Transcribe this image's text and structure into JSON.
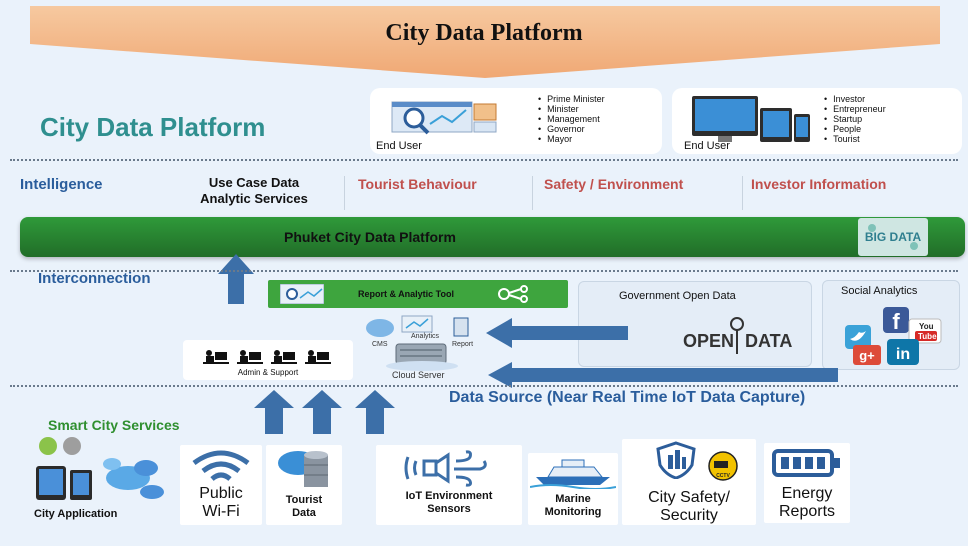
{
  "header": {
    "banner_title": "City Data Platform",
    "platform_title": "City Data Platform"
  },
  "end_user_left": {
    "label": "End User",
    "roles": [
      "Prime Minister",
      "Minister",
      "Management",
      "Governor",
      "Mayor"
    ]
  },
  "end_user_right": {
    "label": "End User",
    "roles": [
      "Investor",
      "Entrepreneur",
      "Startup",
      "People",
      "Tourist"
    ]
  },
  "intelligence": {
    "label": "Intelligence",
    "use_case_line1": "Use Case Data",
    "use_case_line2": "Analytic Services",
    "services": [
      "Tourist Behaviour",
      "Safety / Environment",
      "Investor Information"
    ]
  },
  "platform_bar": {
    "label": "Phuket City Data Platform",
    "badge_text": "BIG DATA"
  },
  "interconnection": {
    "label": "Interconnection",
    "report_tool": "Report & Analytic Tool",
    "cms_label": "CMS",
    "analytics_label": "Analytics",
    "report_label": "Report",
    "cloud_server": "Cloud Server",
    "admin_support": "Admin & Support",
    "gov_open_data": "Government Open Data",
    "open_data_left": "OPEN",
    "open_data_right": "DATA",
    "social_analytics": "Social Analytics",
    "social_you": "You",
    "social_tube": "Tube",
    "social_gplus": "g+",
    "social_in": "in",
    "social_f": "f"
  },
  "data_source": {
    "label": "Data Source (Near Real Time IoT Data Capture)"
  },
  "smart_city": {
    "label": "Smart City Services",
    "items": [
      {
        "line1": "City Application",
        "line2": ""
      },
      {
        "line1": "Public",
        "line2": "Wi-Fi"
      },
      {
        "line1": "Tourist",
        "line2": "Data"
      },
      {
        "line1": "IoT Environment",
        "line2": "Sensors"
      },
      {
        "line1": "Marine",
        "line2": "Monitoring"
      },
      {
        "line1": "City Safety/",
        "line2": "Security"
      },
      {
        "line1": "Energy",
        "line2": "Reports"
      }
    ],
    "cctv_text": "CCTV"
  },
  "colors": {
    "banner": "#f3b283",
    "platform_green": "#2f9a3a",
    "section_blue": "#2a5d9c",
    "service_red": "#c0504d",
    "title_teal": "#2f8f8f",
    "arrow_blue": "#3c6fa8"
  }
}
